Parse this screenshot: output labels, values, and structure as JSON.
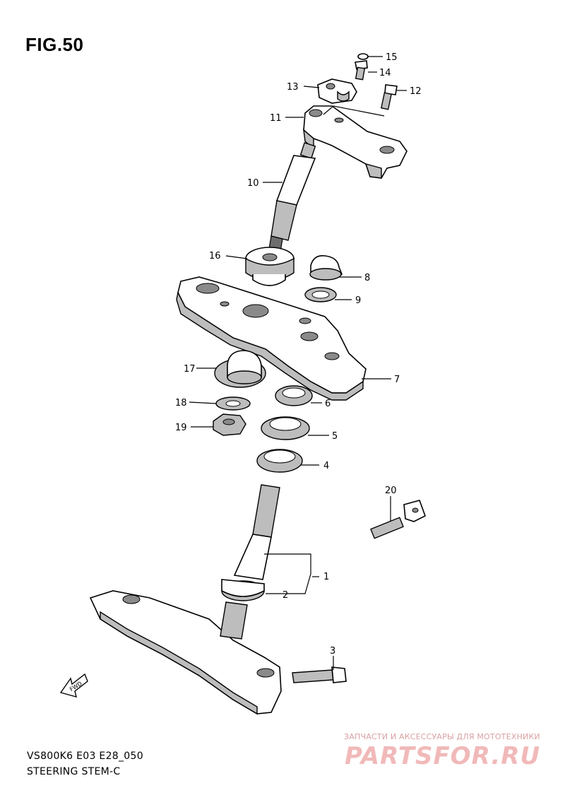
{
  "figure": {
    "title": "FIG.50",
    "model_code": "VS800K6 E03 E28_050",
    "name": "STEERING STEM-C"
  },
  "fwd_label": "FWD",
  "callouts": [
    "1",
    "2",
    "3",
    "4",
    "5",
    "6",
    "7",
    "8",
    "9",
    "10",
    "11",
    "12",
    "13",
    "14",
    "15",
    "16",
    "17",
    "18",
    "19",
    "20"
  ],
  "watermark": {
    "caption": "ЗАПЧАСТИ И АКСЕССУАРЫ ДЛЯ МОТОТЕХНИКИ",
    "logo": "PARTSFOR.RU",
    "color": "#f1b9b9"
  }
}
